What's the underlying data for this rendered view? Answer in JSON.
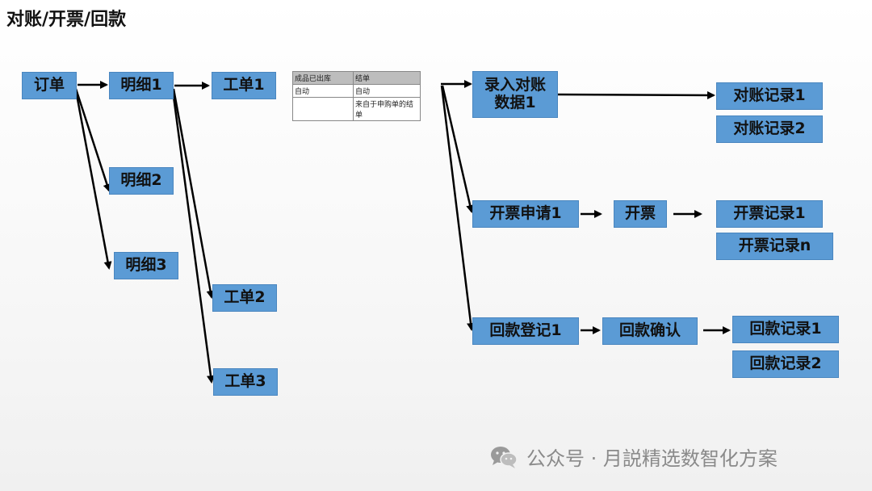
{
  "title": "对账/开票/回款",
  "nodes": {
    "order": "订单",
    "detail1": "明细1",
    "detail2": "明细2",
    "detail3": "明细3",
    "wo1": "工单1",
    "wo2": "工单2",
    "wo3": "工单3",
    "recon_entry": "录入对账数据1",
    "recon_rec1": "对账记录1",
    "recon_rec2": "对账记录2",
    "invoice_req": "开票申请1",
    "invoice": "开票",
    "invoice_rec1": "开票记录1",
    "invoice_recn": "开票记录n",
    "pay_reg": "回款登记1",
    "pay_confirm": "回款确认",
    "pay_rec1": "回款记录1",
    "pay_rec2": "回款记录2"
  },
  "table": {
    "headers": [
      "成品已出库",
      "结单"
    ],
    "rows": [
      [
        "自动",
        "自动"
      ],
      [
        "",
        "来自于申购单的结单"
      ]
    ]
  },
  "watermark": {
    "text": "公众号 · 月説精选数智化方案",
    "icon": "wechat-icon"
  }
}
